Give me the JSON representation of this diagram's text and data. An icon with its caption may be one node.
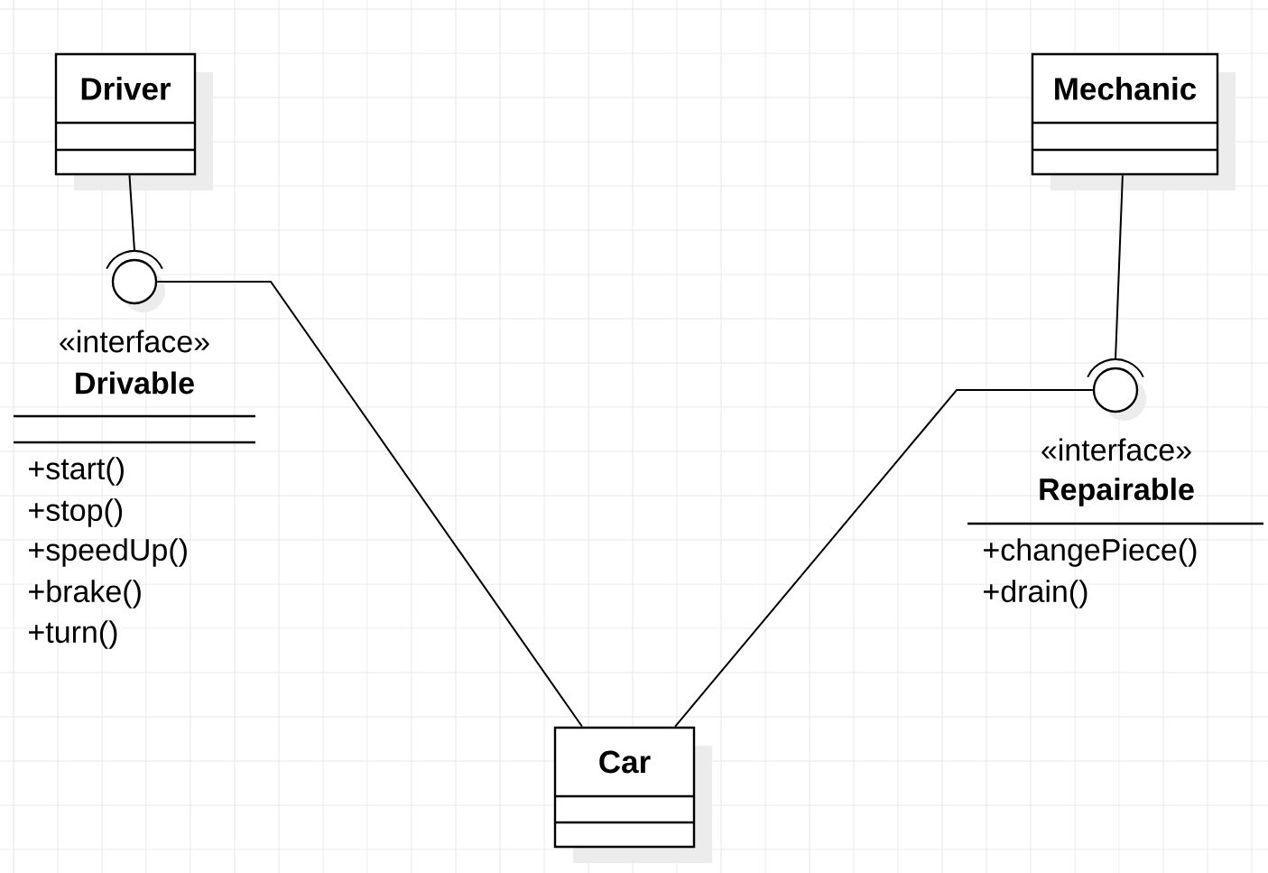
{
  "diagram": {
    "nodes": [
      {
        "text": [
          "Driver"
        ]
      },
      {
        "text": [
          "Mechanic"
        ]
      },
      {
        "text": [],
        "shape": "circle"
      },
      {
        "text": [
          "«interface»",
          "Drivable",
          "+start()",
          "+stop()",
          "+speedUp()",
          "+brake()",
          "+turn()"
        ]
      },
      {
        "text": [],
        "shape": "circle"
      },
      {
        "text": [
          "«interface»",
          "Repairable",
          "+changePiece()",
          "+drain()"
        ]
      },
      {
        "text": [
          "Car"
        ]
      }
    ],
    "edges": [
      {
        "from": 0,
        "to": 2,
        "arrow": "none"
      },
      {
        "from": 6,
        "to": 2,
        "arrow": "none"
      },
      {
        "from": 1,
        "to": 4,
        "arrow": "none"
      },
      {
        "from": 6,
        "to": 4,
        "arrow": "none"
      }
    ]
  }
}
